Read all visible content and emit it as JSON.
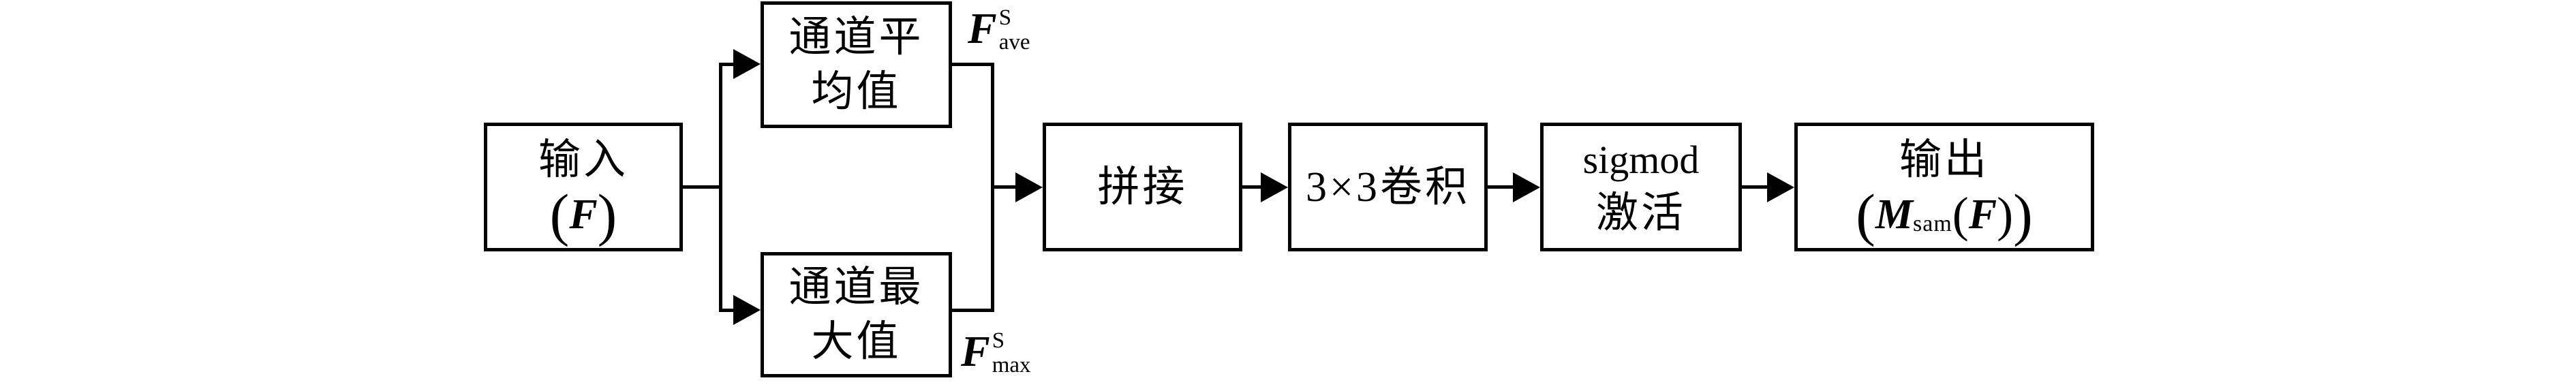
{
  "diagram": {
    "background_color": "#ffffff",
    "stroke_color": "#000000",
    "nodes": {
      "input": {
        "title": "输入",
        "paren_open": "(",
        "var": "F",
        "paren_close": ")"
      },
      "channel_average": {
        "line1": "通道平",
        "line2": "均值"
      },
      "channel_max": {
        "line1": "通道最",
        "line2": "大值"
      },
      "concat": {
        "label": "拼接"
      },
      "conv": {
        "label": "3×3卷积"
      },
      "sigmoid": {
        "line1": "sigmod",
        "line2": "激活"
      },
      "output": {
        "title": "输出",
        "paren_outer_open": "(",
        "var_m": "M",
        "sub_sam": "sam",
        "paren_inner_open": "(",
        "var_f": "F",
        "paren_inner_close": ")",
        "paren_outer_close": ")"
      }
    },
    "labels": {
      "f_ave": {
        "var": "F",
        "sup": "S",
        "sub": "ave"
      },
      "f_max": {
        "var": "F",
        "sup": "S",
        "sub": "max"
      }
    }
  }
}
